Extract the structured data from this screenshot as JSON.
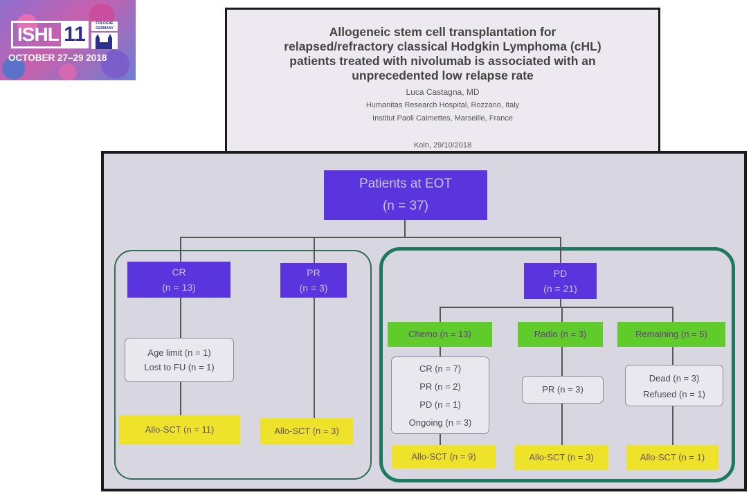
{
  "logo": {
    "name": "ISHL",
    "number": "11",
    "city_line1": "COLOGNE",
    "city_line2": "GERMANY",
    "dates": "OCTOBER 27–29 2018"
  },
  "top_slide": {
    "title_lines": [
      "Allogeneic stem cell transplantation for",
      "relapsed/refractory classical Hodgkin Lymphoma (cHL)",
      "patients treated with nivolumab is associated with an",
      "unprecedented low relapse rate"
    ],
    "author": "Luca Castagna, MD",
    "affiliation_1": "Humanitas Research Hospital, Rozzano, Italy",
    "affiliation_2": "Institut Paoli Calmettes, Marseille, France",
    "location_date": "Koln, 29/10/2018"
  },
  "flowchart": {
    "root": {
      "line1": "Patients at EOT",
      "line2": "(n = 37)"
    },
    "cr": {
      "line1": "CR",
      "line2": "(n = 13)"
    },
    "pr": {
      "line1": "PR",
      "line2": "(n = 3)"
    },
    "pd": {
      "line1": "PD",
      "line2": "(n = 21)"
    },
    "cr_excluded": {
      "line1": "Age limit (n = 1)",
      "line2": "Lost to FU (n = 1)"
    },
    "cr_allo": "Allo-SCT (n = 11)",
    "pr_allo": "Allo-SCT (n = 3)",
    "chemo": "Chemo (n = 13)",
    "radio": "Radio (n = 3)",
    "remaining": "Remaining (n = 5)",
    "chemo_outcomes": [
      "CR (n = 7)",
      "PR (n = 2)",
      "PD (n = 1)",
      "Ongoing (n = 3)"
    ],
    "radio_outcome": "PR (n = 3)",
    "remaining_outcomes": [
      "Dead (n = 3)",
      "Refused (n = 1)"
    ],
    "chemo_allo": "Allo-SCT (n = 9)",
    "radio_allo": "Allo-SCT (n = 3)",
    "remaining_allo": "Allo-SCT (n = 1)"
  },
  "colors": {
    "purple_box": "#5a35dd",
    "green_box": "#5fcc2c",
    "yellow_box": "#eee22a",
    "group_outline": "#1e7a5e"
  }
}
